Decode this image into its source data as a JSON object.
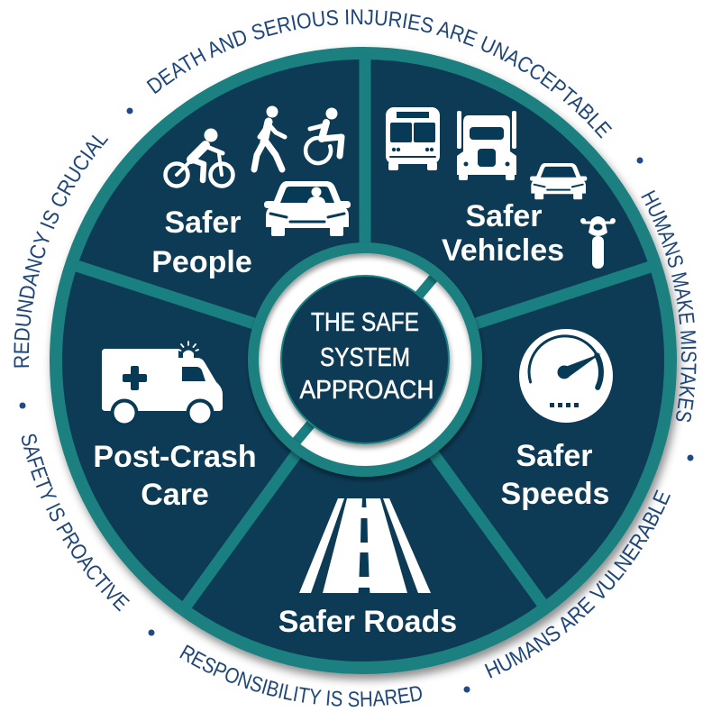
{
  "center": {
    "lines": [
      "THE SAFE",
      "SYSTEM",
      "APPROACH"
    ]
  },
  "segments": [
    {
      "name": "Safer People",
      "lines": [
        "Safer",
        "People"
      ],
      "icons": [
        "bicycle-icon",
        "pedestrian-icon",
        "wheelchair-icon",
        "car-icon"
      ]
    },
    {
      "name": "Safer Vehicles",
      "lines": [
        "Safer",
        "Vehicles"
      ],
      "icons": [
        "bus-icon",
        "semi-truck-icon",
        "car-icon",
        "motorcycle-icon"
      ]
    },
    {
      "name": "Safer Speeds",
      "lines": [
        "Safer",
        "Speeds"
      ],
      "icons": [
        "speedometer-icon"
      ]
    },
    {
      "name": "Safer Roads",
      "lines": [
        "Safer Roads"
      ],
      "icons": [
        "road-icon"
      ]
    },
    {
      "name": "Post-Crash Care",
      "lines": [
        "Post-Crash",
        "Care"
      ],
      "icons": [
        "ambulance-icon"
      ]
    }
  ],
  "principles": [
    "DEATH AND SERIOUS INJURIES ARE UNACCEPTABLE",
    "HUMANS MAKE MISTAKES",
    "HUMANS ARE VULNERABLE",
    "RESPONSIBILITY IS SHARED",
    "SAFETY IS PROACTIVE",
    "REDUNDANCY IS CRUCIAL"
  ],
  "colors": {
    "segment_fill": "#073a56",
    "ring_teal": "#1a7f80",
    "principle_text": "#1f4679",
    "separator_dot": "#1f4a87",
    "label_text": "#ffffff",
    "center_ring_white": "#ffffff"
  }
}
